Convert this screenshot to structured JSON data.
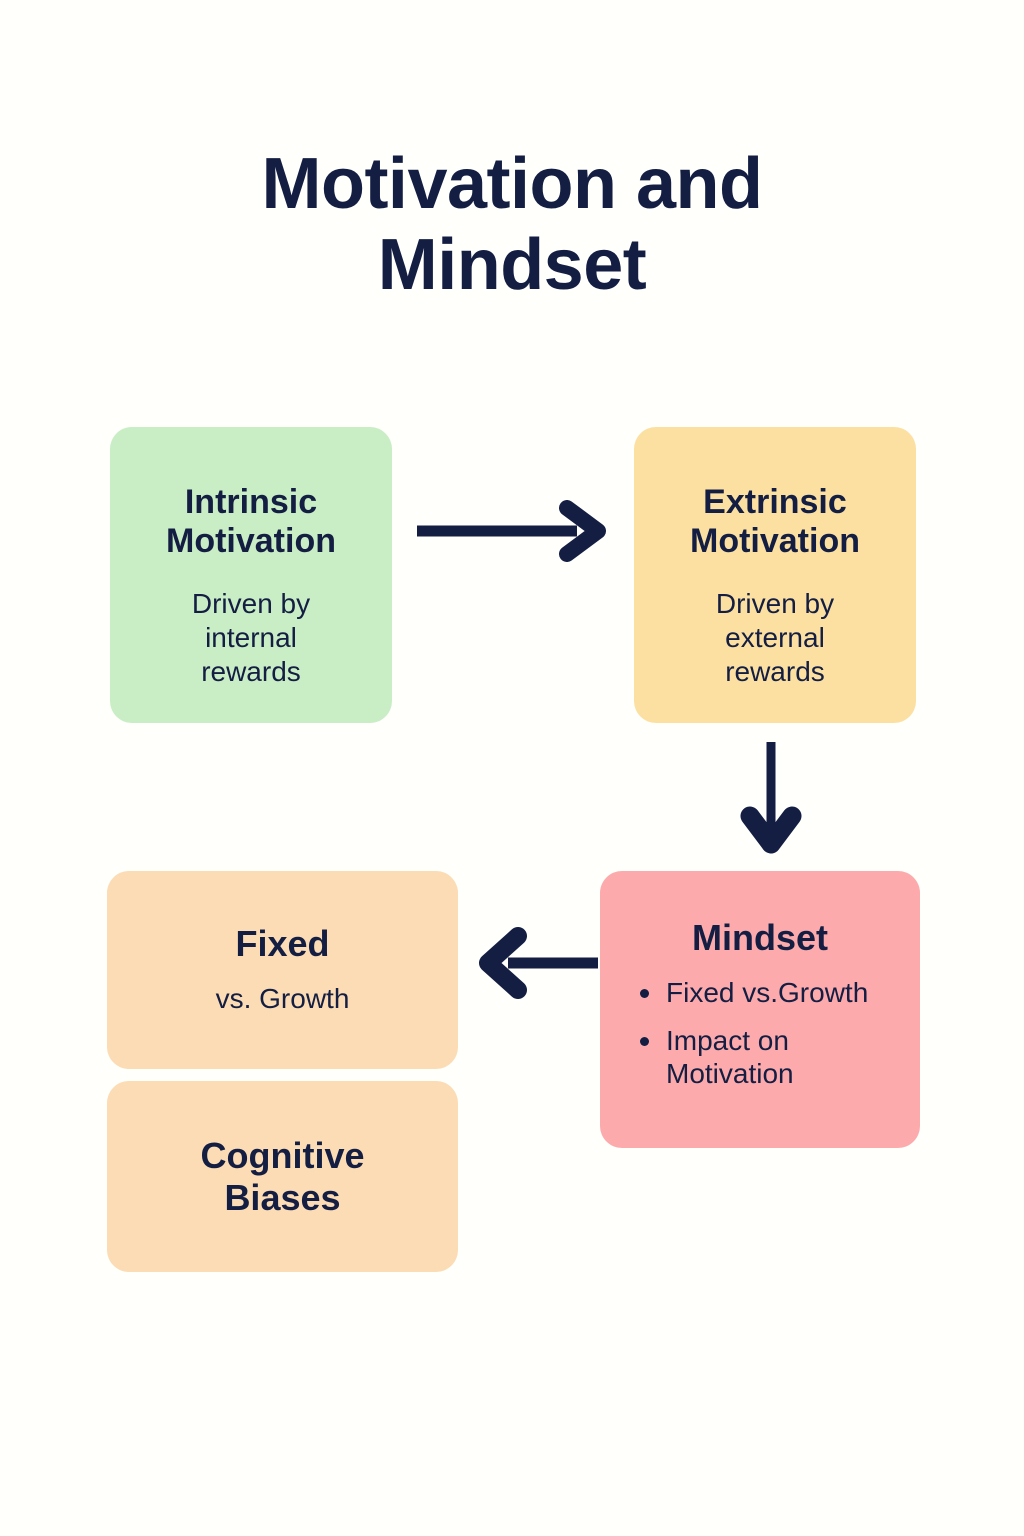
{
  "page": {
    "title_lines": [
      "Motivation and",
      "Mindset"
    ],
    "background_color": "#fffffc",
    "text_color": "#141e42"
  },
  "diagram": {
    "type": "flowchart",
    "nodes": [
      {
        "id": "intrinsic",
        "heading": "Intrinsic\nMotivation",
        "heading_line1": "Intrinsic",
        "heading_line2": "Motivation",
        "subtext": "Driven by internal rewards",
        "subtext_line1": "Driven by",
        "subtext_line2": "internal",
        "subtext_line3": "rewards",
        "color": "#c9edc4"
      },
      {
        "id": "extrinsic",
        "heading_line1": "Extrinsic",
        "heading_line2": "Motivation",
        "subtext": "Driven by external rewards",
        "subtext_line1": "Driven by",
        "subtext_line2": "external",
        "subtext_line3": "rewards",
        "color": "#fbe0a1"
      },
      {
        "id": "fixed",
        "heading": "Fixed",
        "subtext": "vs. Growth",
        "color": "#fbdcb4"
      },
      {
        "id": "cognitive",
        "heading_line1": "Cognitive",
        "heading_line2": "Biases",
        "color": "#fbdcb4"
      },
      {
        "id": "mindset",
        "heading": "Mindset",
        "bullets": [
          "Fixed vs.Growth",
          "Impact on Motivation"
        ],
        "color": "#fcaaac"
      }
    ],
    "arrows": [
      {
        "id": "intrinsic-to-extrinsic",
        "direction": "right",
        "color": "#141e42"
      },
      {
        "id": "extrinsic-to-mindset",
        "direction": "down",
        "color": "#141e42"
      },
      {
        "id": "mindset-to-fixed",
        "direction": "left",
        "color": "#141e42"
      }
    ]
  }
}
